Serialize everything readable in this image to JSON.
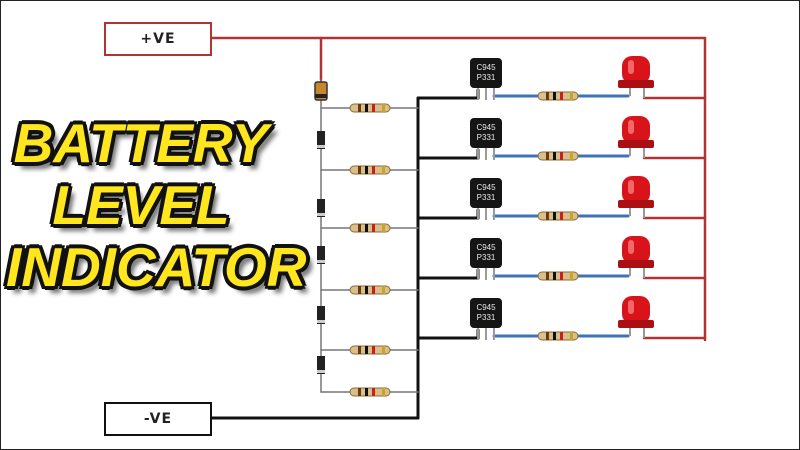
{
  "terminals": {
    "positive_label": "+VE",
    "negative_label": "-VE"
  },
  "title": {
    "line1": "BATTERY",
    "line2": "LEVEL",
    "line3": "INDICATOR"
  },
  "transistor": {
    "line1": "C945",
    "line2": "P331"
  },
  "stages": 5,
  "colors": {
    "positive_wire": "#b03434",
    "negative_wire": "#111111",
    "signal_wire": "#3f73b5",
    "led": "#d8141a",
    "title_fill": "#ffe61e"
  }
}
